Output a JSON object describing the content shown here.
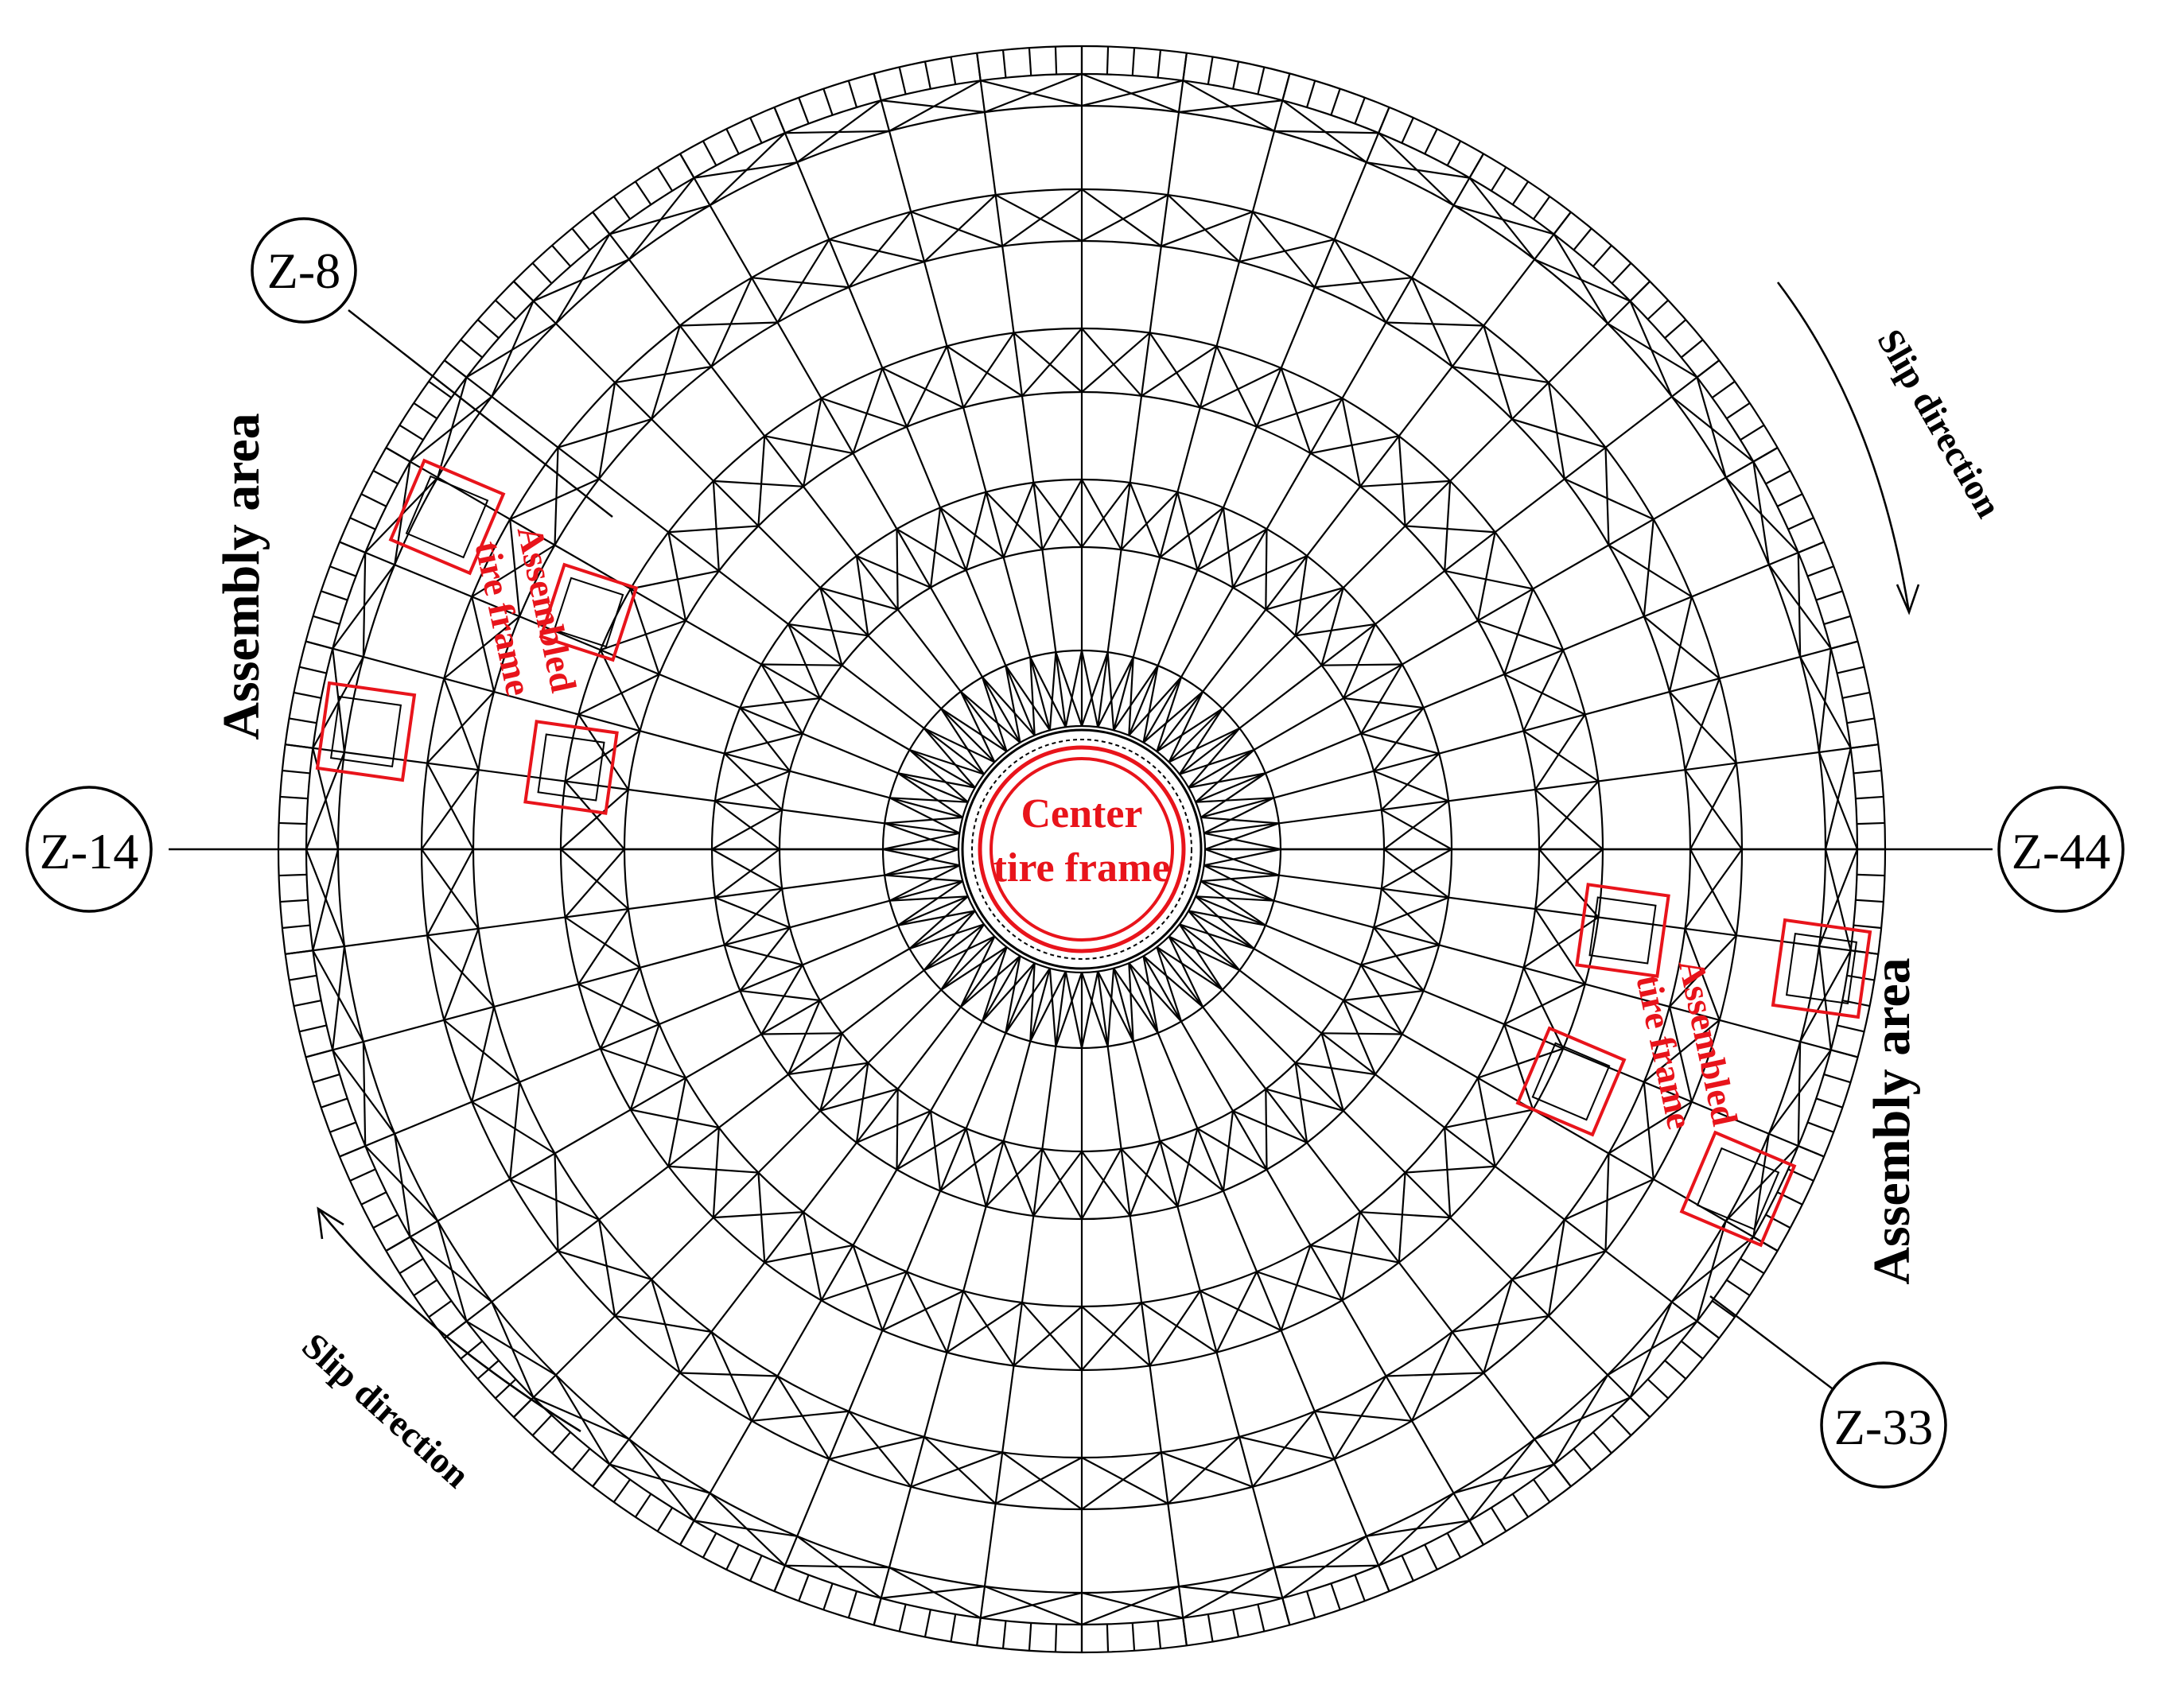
{
  "axis_labels": {
    "z8": "Z-8",
    "z14": "Z-14",
    "z33": "Z-33",
    "z44": "Z-44"
  },
  "area_labels": {
    "left": "Assembly area",
    "right": "Assembly area"
  },
  "frame_labels": {
    "left_line1": "Assembled",
    "left_line2": "tire frame",
    "right_line1": "Assembled",
    "right_line2": "tire frame"
  },
  "center_labels": {
    "line1": "Center",
    "line2": "tire frame"
  },
  "slip_labels": {
    "top_right": "Slip direction",
    "bottom_left": "Slip direction"
  },
  "colors": {
    "line": "#000000",
    "highlight": "#e8141b",
    "background": "#ffffff"
  }
}
